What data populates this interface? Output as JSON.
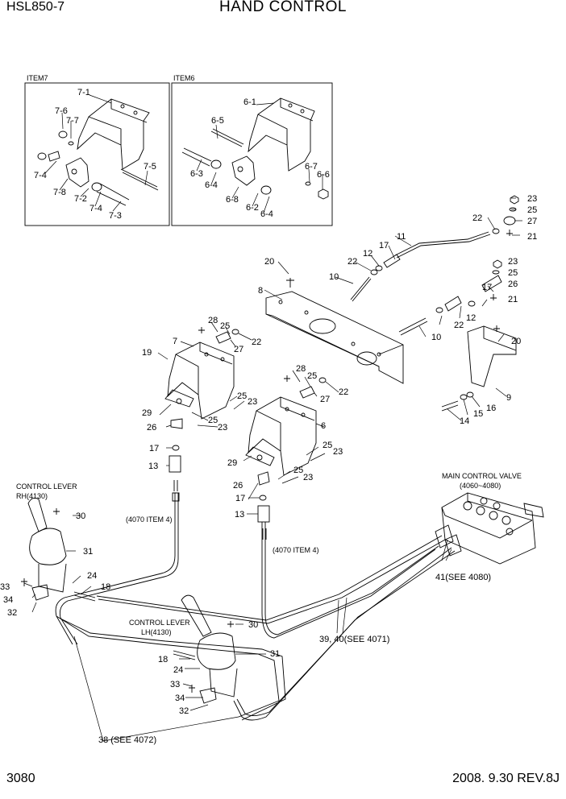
{
  "header": {
    "model": "HSL850-7",
    "title": "HAND CONTROL"
  },
  "footer": {
    "page": "3080",
    "revision": "2008. 9.30  REV.8J"
  },
  "insets": {
    "item7": "ITEM7",
    "item6": "ITEM6"
  },
  "captions": {
    "rh_lever": "CONTROL LEVER",
    "rh_code": "RH(4130)",
    "lh_lever": "CONTROL LEVER",
    "lh_code": "LH(4130)",
    "mcv": "MAIN CONTROL VALVE",
    "mcv_code": "(4060~4080)",
    "ref_4070_a": "(4070 ITEM 4)",
    "ref_4070_b": "(4070 ITEM 4)",
    "ref_41": "41(SEE 4080)",
    "ref_3940": "39, 40(SEE 4071)",
    "ref_38": "38  (SEE 4072)"
  },
  "callouts": {
    "i7_1": "7-1",
    "i7_6": "7-6",
    "i7_7": "7-7",
    "i7_4a": "7-4",
    "i7_8": "7-8",
    "i7_2": "7-2",
    "i7_4b": "7-4",
    "i7_3": "7-3",
    "i7_5": "7-5",
    "i6_1": "6-1",
    "i6_5": "6-5",
    "i6_3": "6-3",
    "i6_4a": "6-4",
    "i6_8": "6-8",
    "i6_2": "6-2",
    "i6_4b": "6-4",
    "i6_7": "6-7",
    "i6_6": "6-6",
    "c23a": "23",
    "c25a": "25",
    "c27a": "27",
    "c21a": "21",
    "c22a": "22",
    "c11": "11",
    "c17a": "17",
    "c12a": "12",
    "c22b": "22",
    "c10a": "10",
    "c20a": "20",
    "c8": "8",
    "c23b": "23",
    "c25b": "25",
    "c26a": "26",
    "c21b": "21",
    "c17b": "17",
    "c12b": "12",
    "c22c": "22",
    "c10b": "10",
    "c20b": "20",
    "c9": "9",
    "c16": "16",
    "c15": "15",
    "c14": "14",
    "c28a": "28",
    "c25c": "25",
    "c27b": "27",
    "c22d": "22",
    "c7": "7",
    "c19": "19",
    "c28b": "28",
    "c25d": "25",
    "c27c": "27",
    "c22e": "22",
    "c6": "6",
    "c25e": "25",
    "c23c": "23",
    "c29a": "29",
    "c25f": "25",
    "c23d": "23",
    "c26b": "26",
    "c17c": "17",
    "c13a": "13",
    "c25g": "25",
    "c23e": "23",
    "c29b": "29",
    "c25h": "25",
    "c23f": "23",
    "c26c": "26",
    "c17d": "17",
    "c13b": "13",
    "c30a": "30",
    "c31a": "31",
    "c33a": "33",
    "c34a": "34",
    "c32a": "32",
    "c24a": "24",
    "c18a": "18",
    "c30b": "30",
    "c31b": "31",
    "c18b": "18",
    "c24b": "24",
    "c33b": "33",
    "c34b": "34",
    "c32b": "32"
  }
}
